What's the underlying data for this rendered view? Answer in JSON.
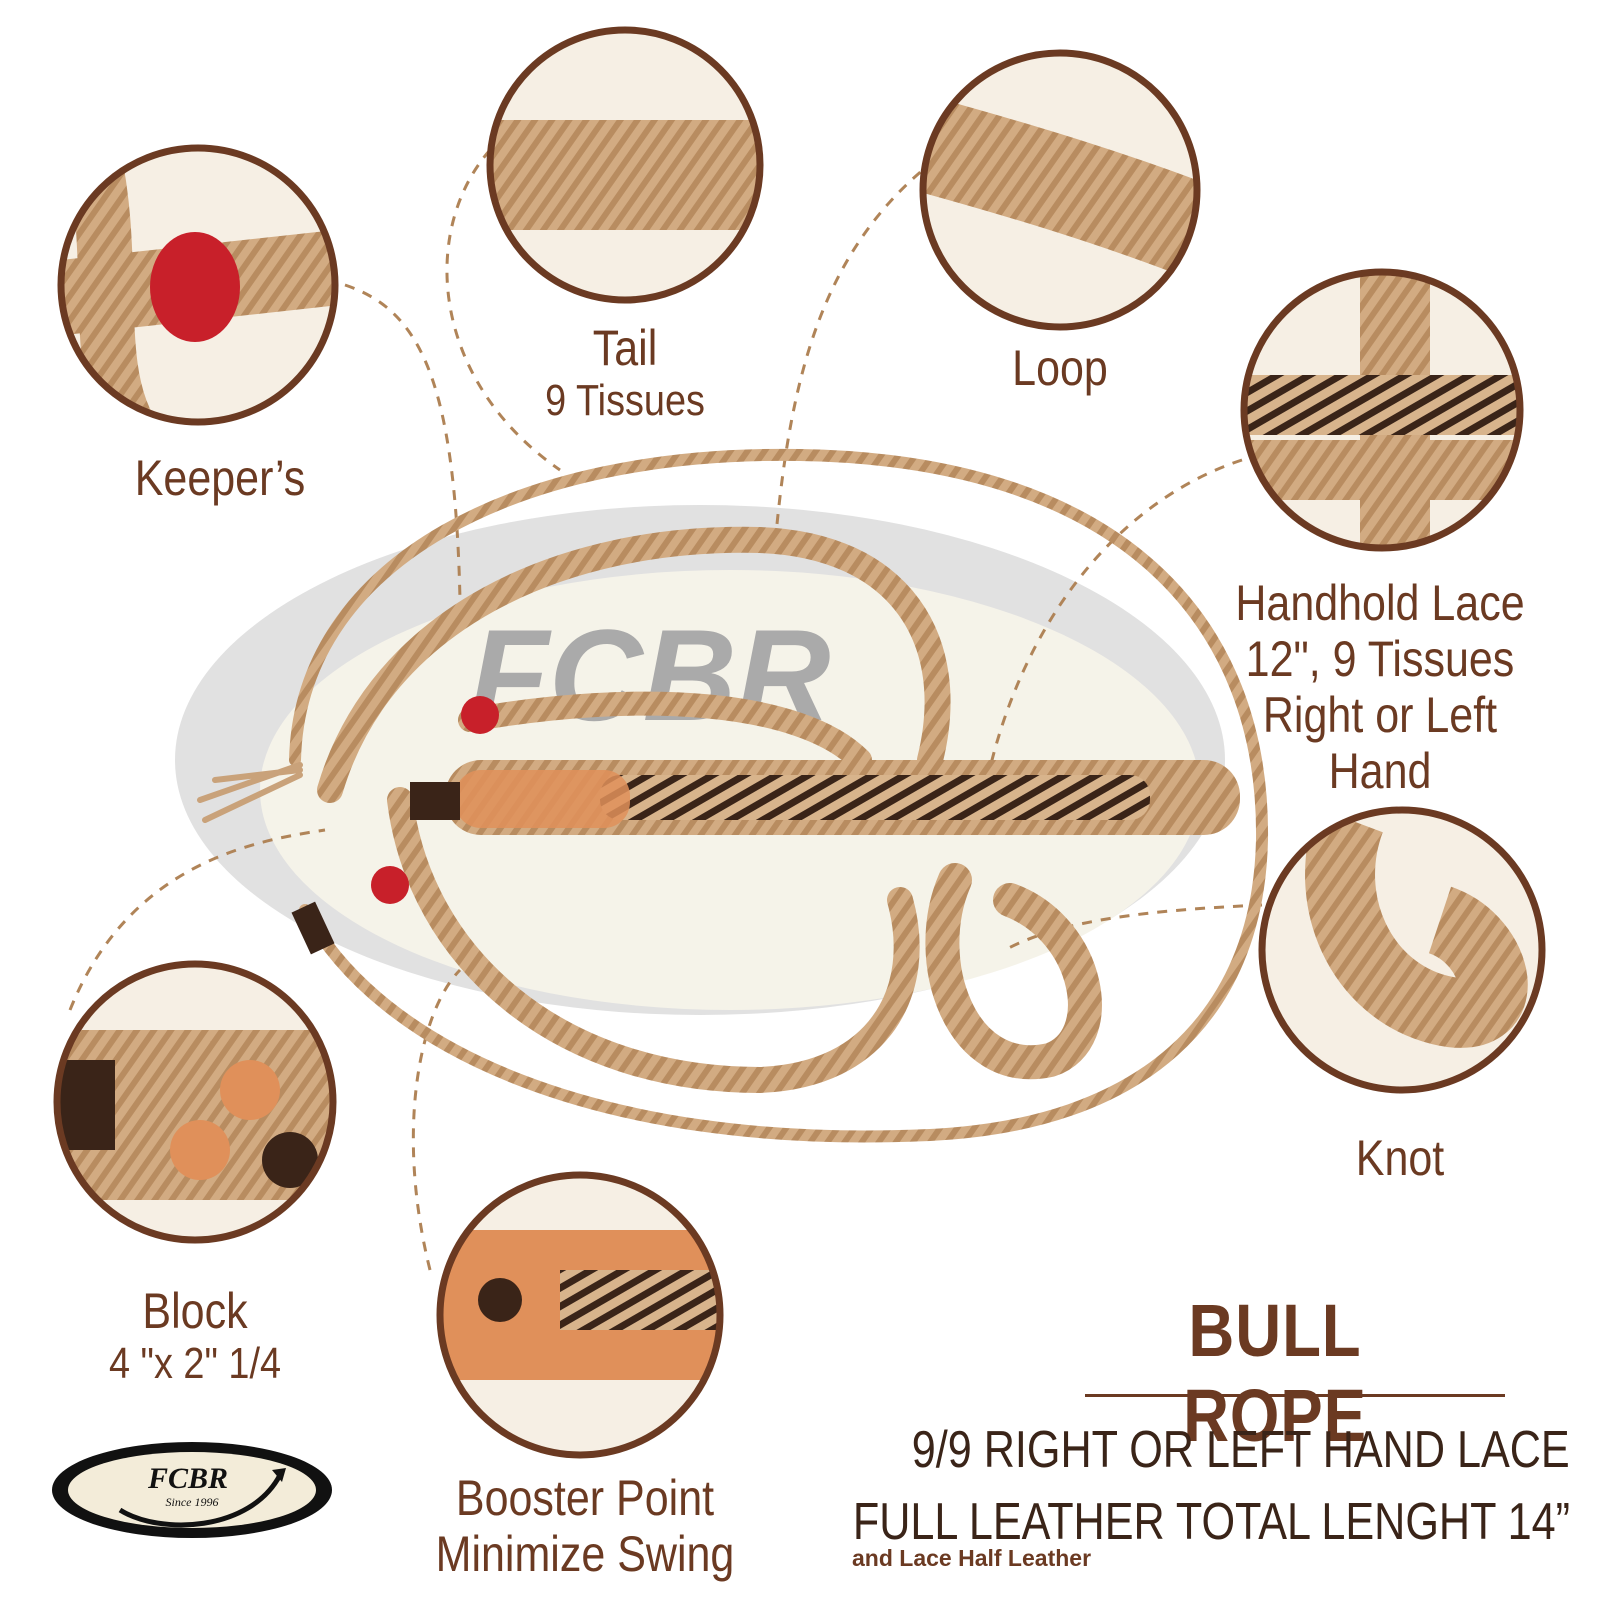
{
  "brand": {
    "logo_text": "FCBR",
    "logo_since": "Since 1996"
  },
  "callouts": {
    "keepers": {
      "title": "Keeper’s"
    },
    "tail": {
      "title": "Tail",
      "subtitle": "9 Tissues"
    },
    "loop": {
      "title": "Loop"
    },
    "handhold": {
      "title": "Handhold Lace",
      "line2": "12\", 9 Tissues",
      "line3": "Right or Left",
      "line4": "Hand"
    },
    "knot": {
      "title": "Knot"
    },
    "block": {
      "title": "Block",
      "subtitle": "4 \"x 2\" 1/4"
    },
    "booster": {
      "title": "Booster Point",
      "subtitle": "Minimize Swing"
    }
  },
  "product": {
    "title": "BULL ROPE",
    "spec_line1": "9/9 RIGHT OR LEFT HAND LACE",
    "spec_line2": "FULL LEATHER TOTAL LENGHT 14”",
    "spec_note": "and Lace Half Leather"
  },
  "colors": {
    "brand_brown": "#6b3a22",
    "rope_tan": "#c9a27a",
    "accent_red": "#c8202a",
    "leather_orange": "#e0905a",
    "leather_dark": "#3a2418"
  }
}
